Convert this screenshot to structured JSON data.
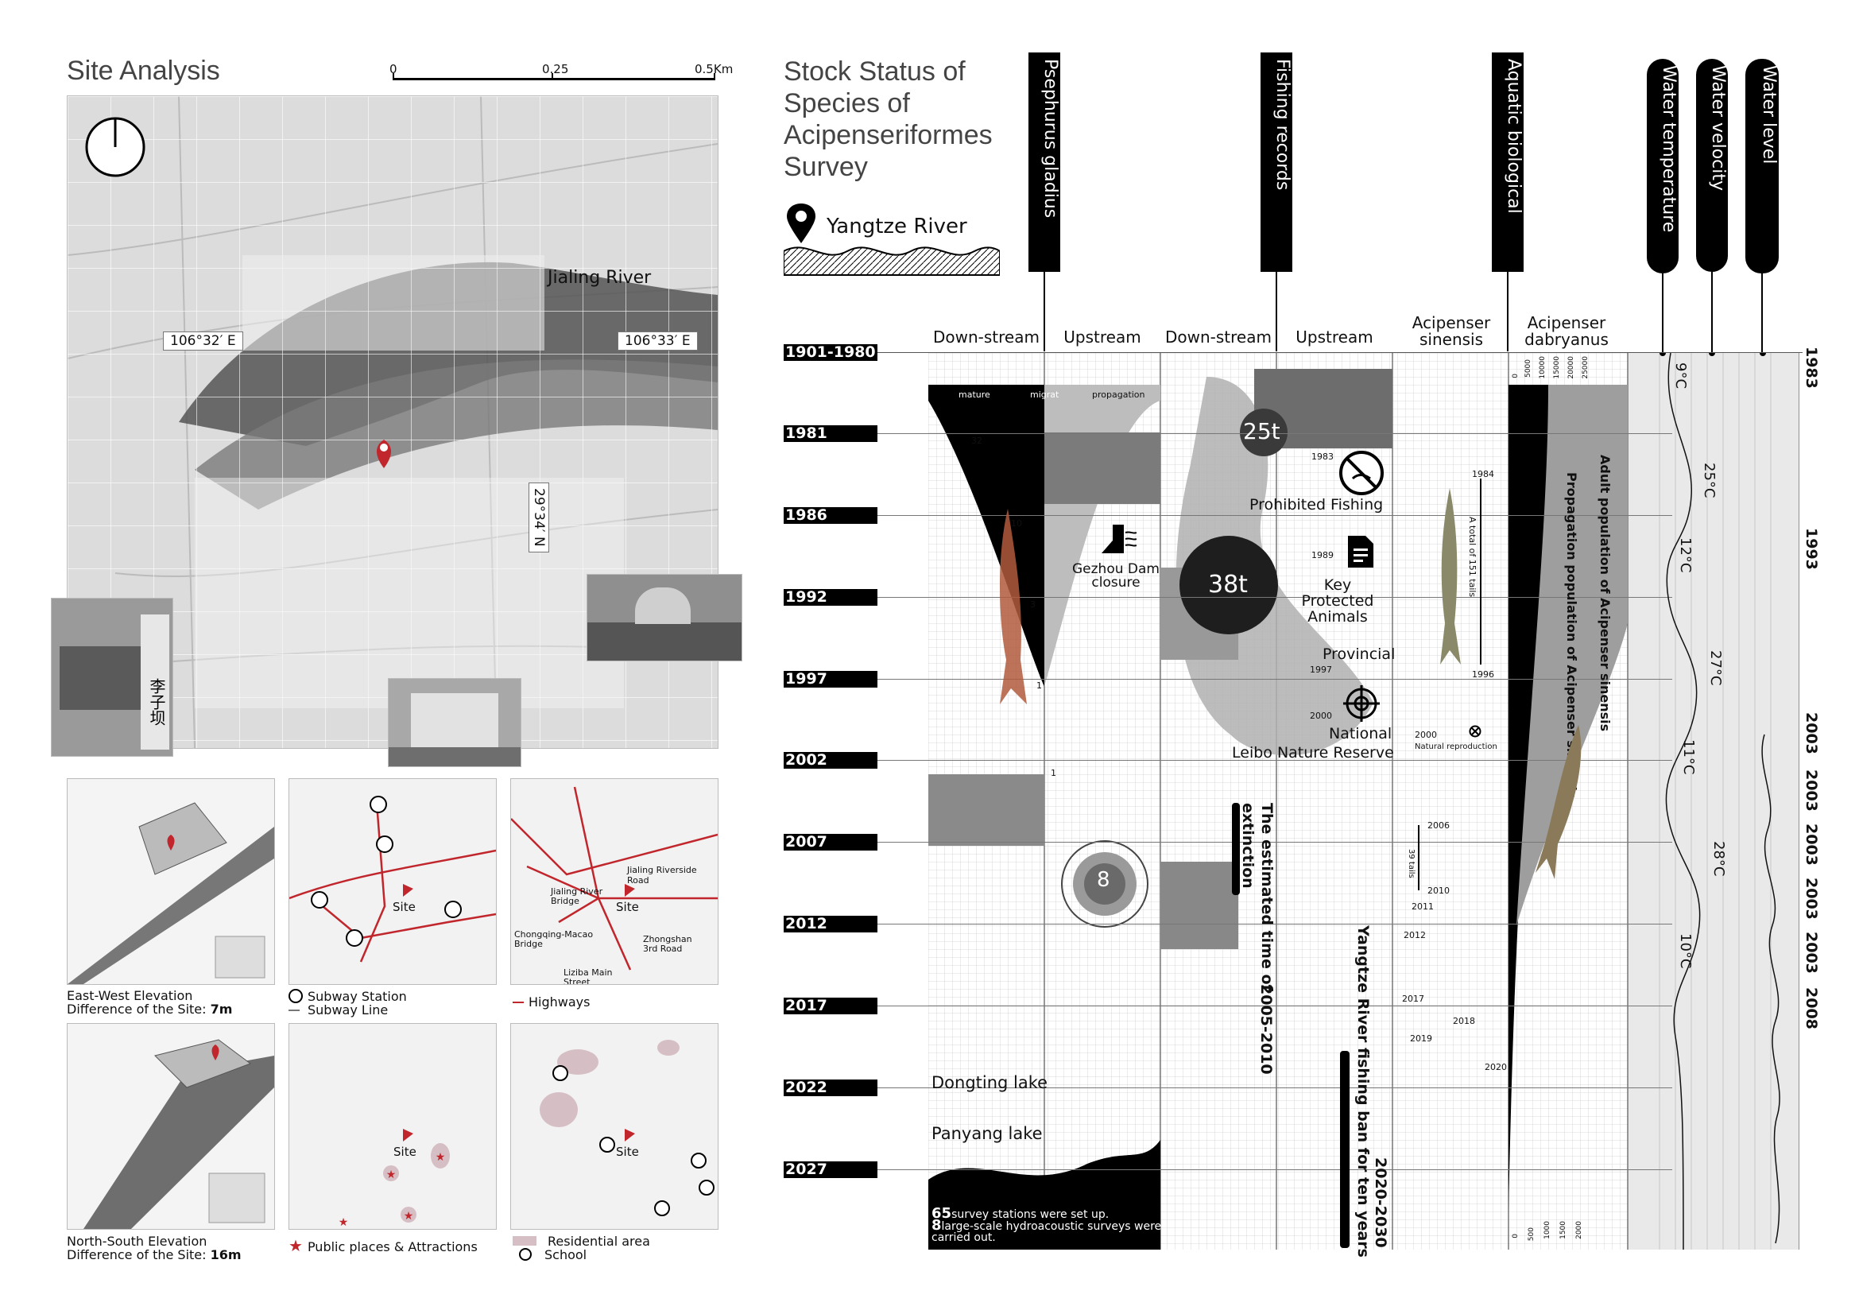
{
  "site": {
    "title": "Site Analysis",
    "scale": {
      "a": "0",
      "b": "0.25",
      "c": "0.5Km"
    },
    "river": "Jialing River",
    "coord_w": "106°32′ E",
    "coord_e": "106°33′ E",
    "coord_n": "29°34′ N",
    "photo_sign": "李子坝",
    "panels": {
      "ew_caption": "East-West Elevation",
      "ew_diff_label": "Difference of the Site: ",
      "ew_diff_value": "7m",
      "ns_caption": "North-South Elevation",
      "ns_diff_label": "Difference of the Site: ",
      "ns_diff_value": "16m",
      "site_label": "Site",
      "subway_station": "Subway Station",
      "subway_line": "Subway Line",
      "highways": "Highways",
      "public_places": "Public places & Attractions",
      "residential": "Residential area",
      "school": "School",
      "road_riverside": "Jialing Riverside Road",
      "road_bridge": "Jialing River Bridge",
      "road_chongqing": "Chongqing-Macao Bridge",
      "road_zhongshan": "Zhongshan 3rd Road",
      "road_liziba": "Liziba Main Street"
    }
  },
  "stock": {
    "title_lines": [
      "Stock Status of",
      "Species of",
      "Acipenseriformes",
      "Survey"
    ],
    "location": "Yangtze River",
    "tabs": {
      "psephurus": "Psephurus gladius",
      "fishing": "Fishing records",
      "aquatic": "Aquatic biological",
      "water_temp": "Water temperature",
      "water_vel": "Water velocity",
      "water_level": "Water level"
    },
    "columns": [
      "Down-stream",
      "Upstream",
      "Down-stream",
      "Upstream",
      "Acipenser sinensis",
      "Acipenser dabryanus"
    ],
    "years": [
      "1901-1980",
      "1981",
      "1986",
      "1992",
      "1997",
      "2002",
      "2007",
      "2012",
      "2017",
      "2022",
      "2027"
    ],
    "legend": {
      "mature": "mature",
      "migrat": "migrat",
      "propagation": "propagation"
    },
    "counts": {
      "c32": "32",
      "c10": "10",
      "c3": "3",
      "c1": "1",
      "c1b": "1"
    },
    "tonnage": {
      "t25": "25t",
      "t38": "38t",
      "n8": "8"
    },
    "events": {
      "gezhou": "Gezhou Dam closure",
      "y1983": "1983",
      "prohibited": "Prohibited Fishing",
      "y1989": "1989",
      "key_protected": "Key Protected Animals",
      "provincial": "Provincial",
      "y1997": "1997",
      "y2000": "2000",
      "national": "National",
      "leibo": "Leibo Nature Reserve",
      "extinction_years": "2005-2010",
      "extinction": "The estimated time of extinction",
      "ban_years": "2020-2030",
      "ban": "Yangtze River fishing ban for ten years",
      "dongting": "Dongting lake",
      "panyang": "Panyang lake",
      "stations_num": "65",
      "stations_txt": "survey stations were set up.",
      "surveys_num": "8",
      "surveys_txt": "large-scale hydroacoustic surveys were carried out."
    },
    "sinensis": {
      "y1984": "1984",
      "total": "A total of 151 tails",
      "y1996": "1996",
      "y2000": "2000",
      "natural": "Natural reproduction",
      "y2006": "2006",
      "tails39": "39 tails",
      "y2010": "2010",
      "y2011": "2011",
      "y2012": "2012",
      "y2017": "2017",
      "y2018": "2018",
      "y2019": "2019",
      "y2020": "2020"
    },
    "dabryanus": {
      "axis_top": [
        "0",
        "5000",
        "10000",
        "15000",
        "20000",
        "25000"
      ],
      "axis_bottom": [
        "0",
        "500",
        "1000",
        "1500",
        "2000"
      ],
      "adult": "Adult population of Acipenser sinensis",
      "propagation": "Propagation population of Acipenser sinensis"
    },
    "water": {
      "temps": [
        "9°C",
        "25°C",
        "12°C",
        "27°C",
        "11°C",
        "28°C",
        "10°C"
      ],
      "level_years": [
        "1983",
        "1993",
        "2003",
        "2003",
        "2003",
        "2003",
        "2003",
        "2008"
      ]
    }
  },
  "colors": {
    "accent_red": "#c0262c",
    "dark": "#000000",
    "grid": "#cfcfcf"
  }
}
